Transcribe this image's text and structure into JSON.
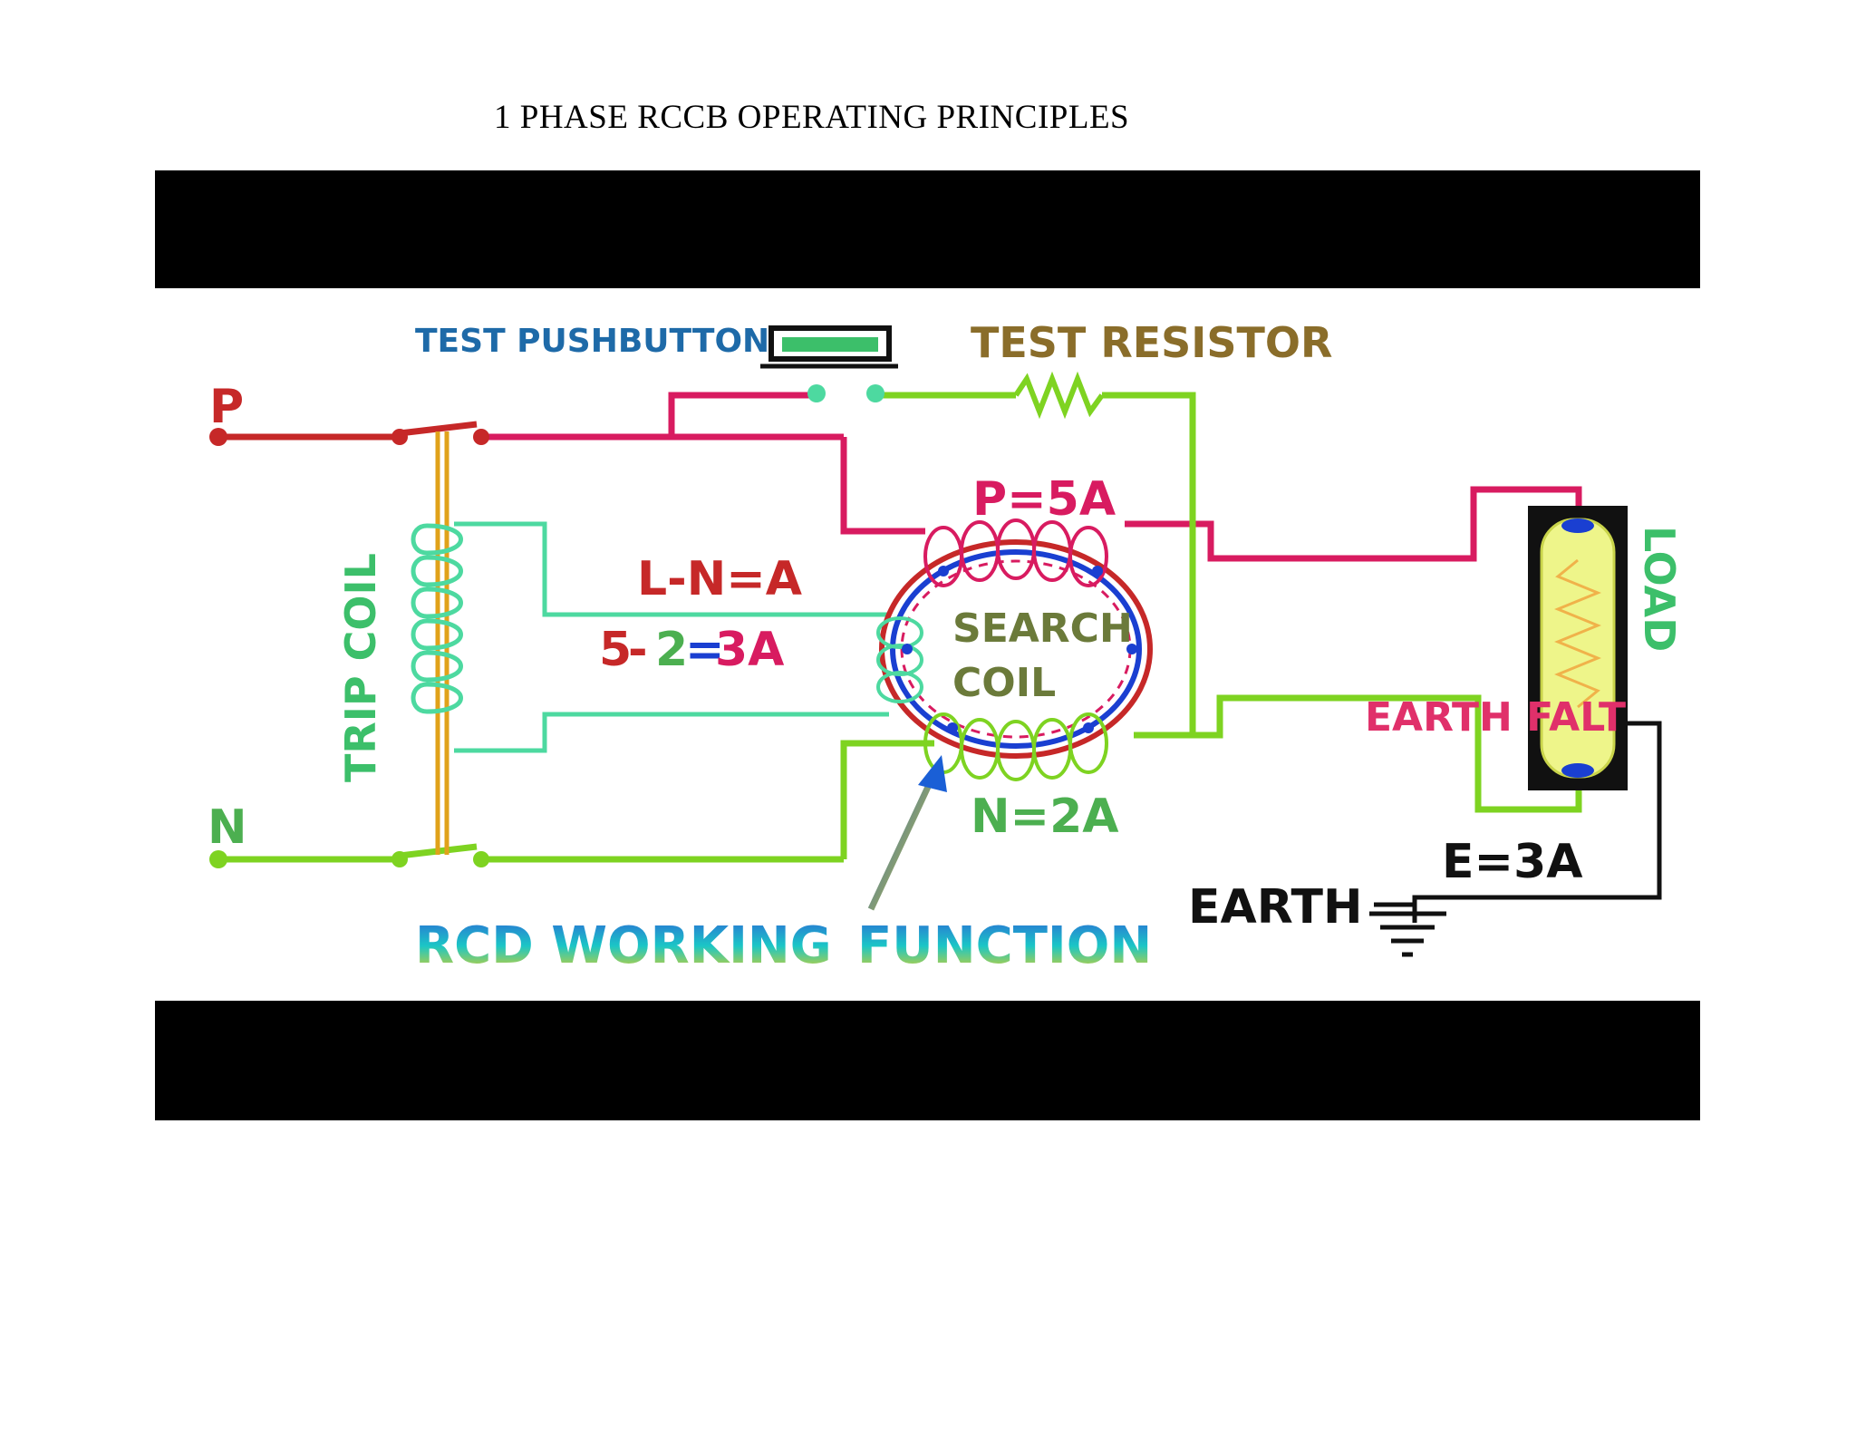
{
  "document": {
    "title": "1 PHASE RCCB OPERATING PRINCIPLES"
  },
  "diagram": {
    "labels": {
      "test_pushbutton": "TEST PUSHBUTTON",
      "test_resistor": "TEST RESISTOR",
      "phase": "P",
      "neutral": "N",
      "trip_coil": "TRIP COIL",
      "p_current": "P=5A",
      "l_n": "L-N=A",
      "calc_5": "5",
      "calc_dash1": "-",
      "calc_2": "2",
      "calc_eq": "=",
      "calc_3a": "3A",
      "search": "SEARCH",
      "coil": "COIL",
      "n_current": "N=2A",
      "load": "LOAD",
      "earth_fault": "EARTH FALT",
      "e_current": "E=3A",
      "earth": "EARTH",
      "rcd_working": "RCD WORKING",
      "function": "FUNCTION"
    },
    "colors": {
      "phase": "#d81b60",
      "phase_dark": "#c62828",
      "neutral": "#7ed321",
      "neutral_dark": "#4caf50",
      "trip_coil_wire": "#4dd9a0",
      "trip_coil_text": "#3cbf6a",
      "test_pushbutton_text": "#1e6aa8",
      "test_resistor_text": "#8a6d2a",
      "search_coil_text": "#6b7a3a",
      "ring_blue": "#1a3fd1",
      "load_body": "#eef58a",
      "earth_fault_text": "#e0306a",
      "black": "#111111"
    }
  }
}
